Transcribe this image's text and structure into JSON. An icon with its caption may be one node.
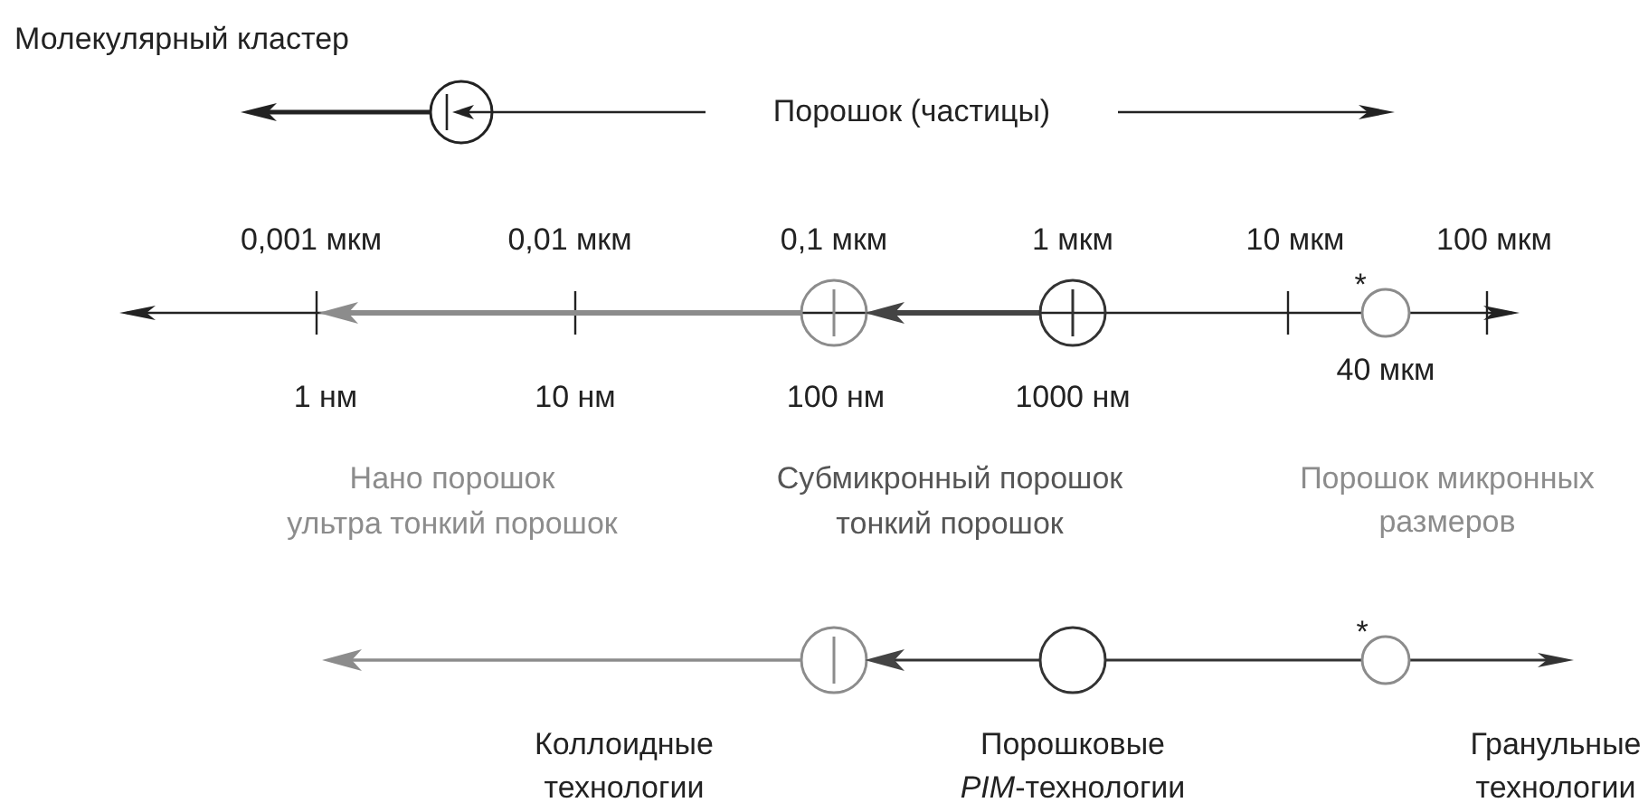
{
  "diagram": {
    "labels": [
      "Молекулярный кластер",
      "Порошок (частицы)",
      "0,001 мкм",
      "0,01 мкм",
      "0,1 мкм",
      "1 мкм",
      "10 мкм",
      "100 мкм",
      "*",
      "1 нм",
      "10 нм",
      "100 нм",
      "1000 нм",
      "40 мкм",
      "Нано порошок",
      "Субмикронный порошок",
      "Порошок микронных размеров",
      "ультра тонкий порошок",
      "тонкий порошок",
      "*",
      "Коллоидные технологии",
      "Порошковые *PIM*-технологии",
      "Гранульные технологии"
    ]
  }
}
